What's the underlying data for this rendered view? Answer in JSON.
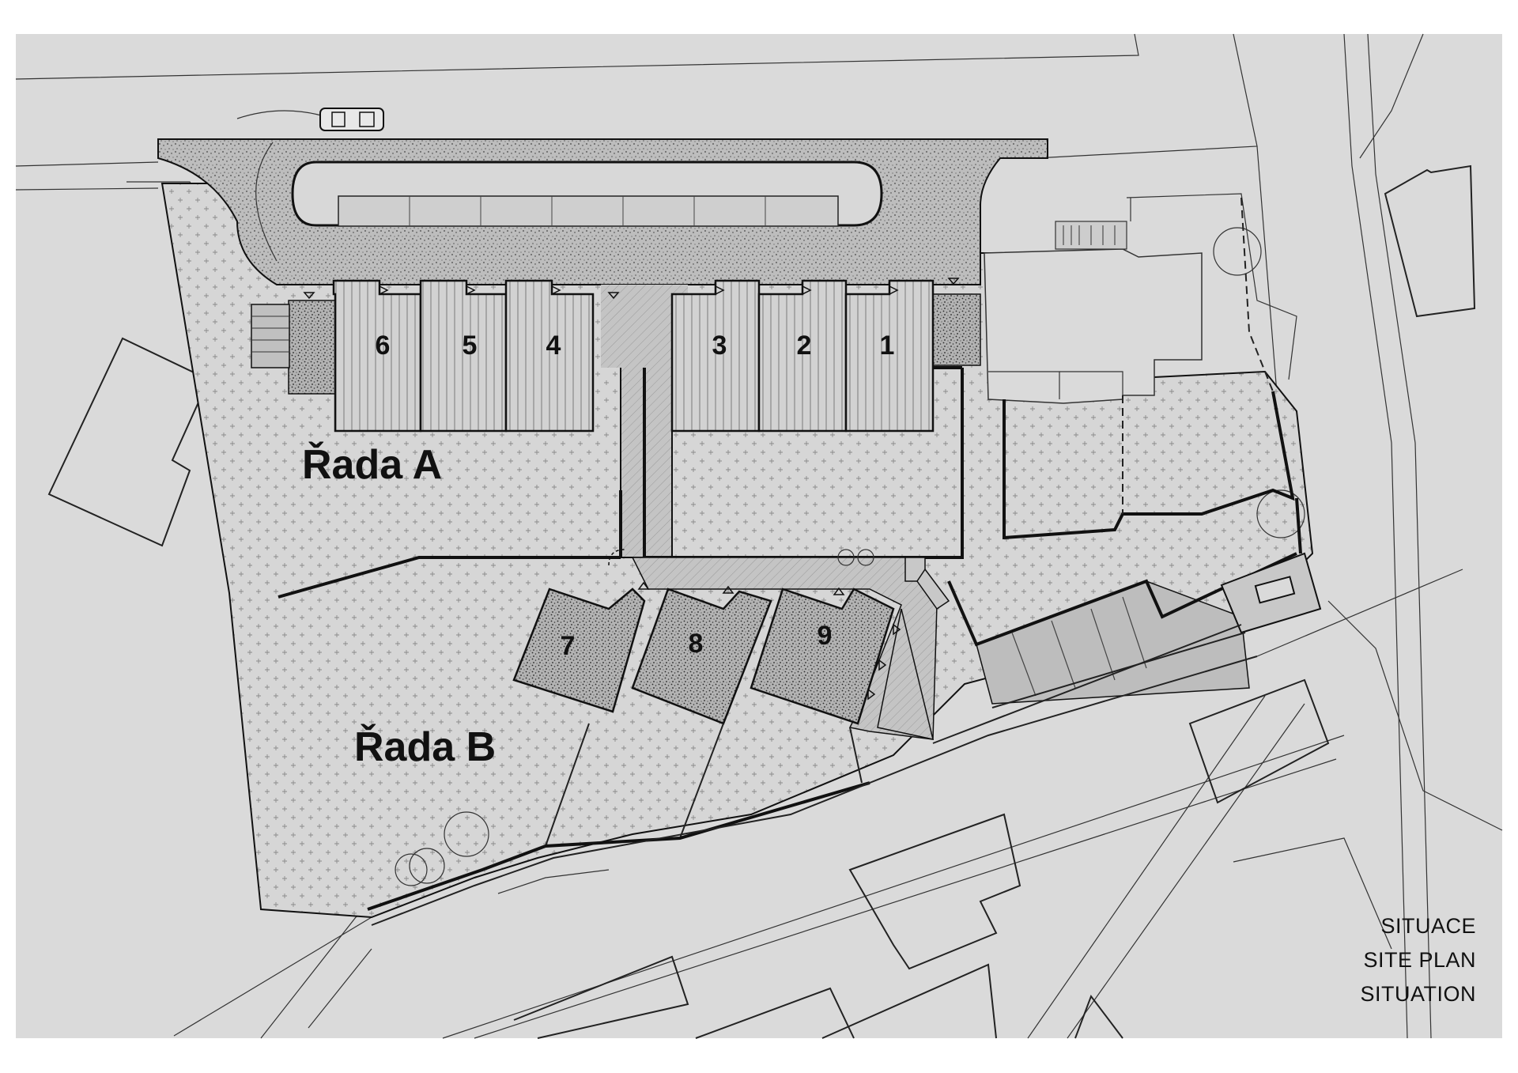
{
  "units_row_a": [
    {
      "id": "unit-6",
      "label": "6"
    },
    {
      "id": "unit-5",
      "label": "5"
    },
    {
      "id": "unit-4",
      "label": "4"
    },
    {
      "id": "unit-3",
      "label": "3"
    },
    {
      "id": "unit-2",
      "label": "2"
    },
    {
      "id": "unit-1",
      "label": "1"
    }
  ],
  "units_row_b": [
    {
      "id": "unit-7",
      "label": "7"
    },
    {
      "id": "unit-8",
      "label": "8"
    },
    {
      "id": "unit-9",
      "label": "9"
    }
  ],
  "row_labels": {
    "row_a": "Řada A",
    "row_b": "Řada B"
  },
  "title_block": {
    "line_cz": "SITUACE",
    "line_en": "SITE PLAN",
    "line_fr": "SITUATION"
  },
  "colors": {
    "background": "#dadada",
    "garden": "#d4d4d4",
    "paving": "#a9a9a9",
    "roof": "#cfcfcf",
    "lines": "#111111"
  }
}
